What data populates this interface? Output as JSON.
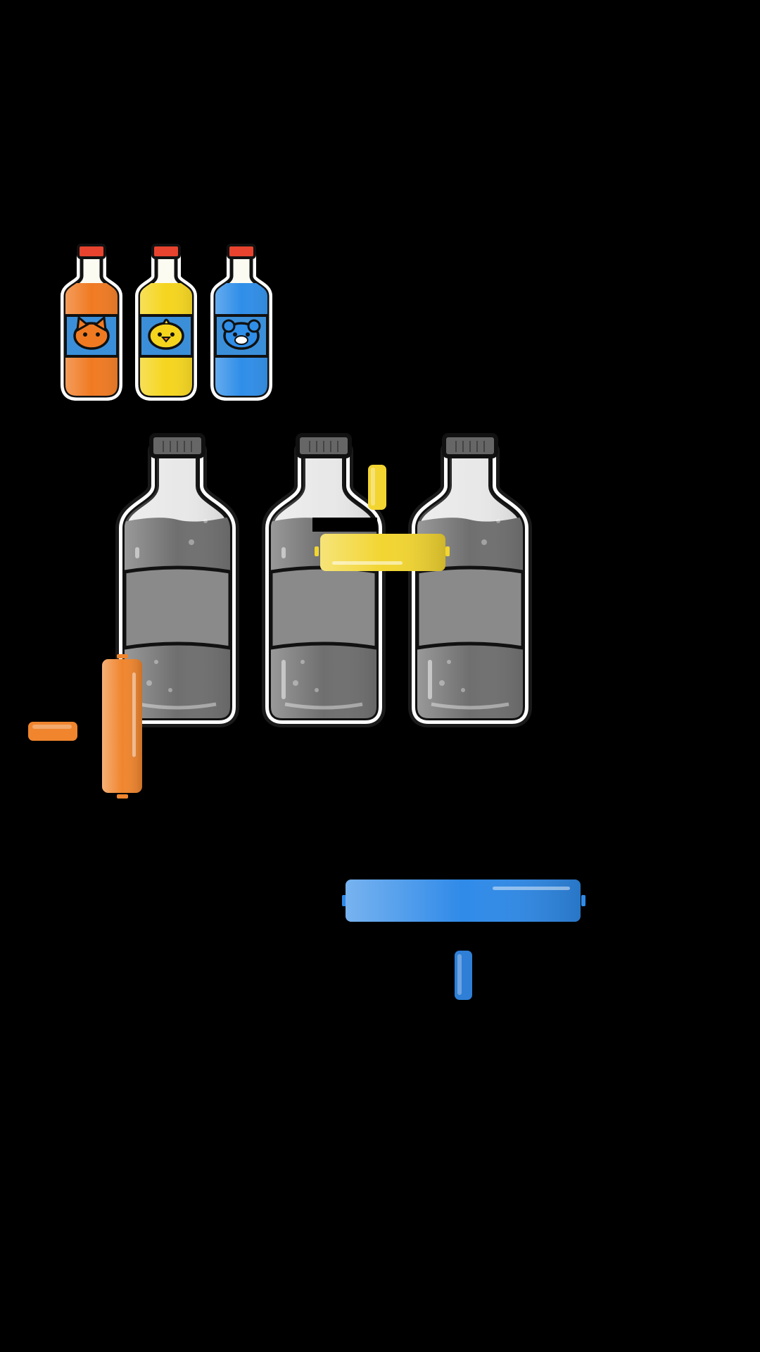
{
  "game": {
    "background_color": "#000000",
    "target_bottles": [
      {
        "name": "orange-cat-bottle",
        "liquid_color": "#f07a22",
        "label_color": "#3b8fd9",
        "mascot": "cat-icon",
        "mascot_color": "#f07a22"
      },
      {
        "name": "yellow-chick-bottle",
        "liquid_color": "#f5d51e",
        "label_color": "#3b8fd9",
        "mascot": "chick-icon",
        "mascot_color": "#f5d51e"
      },
      {
        "name": "blue-bear-bottle",
        "liquid_color": "#2f8ee8",
        "label_color": "#3b8fd9",
        "mascot": "bear-icon",
        "mascot_color": "#2f8ee8"
      }
    ],
    "empty_bottles": [
      {
        "name": "empty-bottle-1",
        "glass_color": "#6f6f6f",
        "label_color": "#8a8a8a"
      },
      {
        "name": "empty-bottle-2",
        "glass_color": "#6f6f6f",
        "label_color": "#8a8a8a"
      },
      {
        "name": "empty-bottle-3",
        "glass_color": "#6f6f6f",
        "label_color": "#8a8a8a"
      }
    ],
    "liquid_blocks": [
      {
        "name": "yellow-block-horizontal",
        "color": "#f2d531",
        "orientation": "horizontal"
      },
      {
        "name": "yellow-block-small",
        "color": "#f2d531",
        "orientation": "vertical"
      },
      {
        "name": "orange-block-vertical",
        "color": "#f0852e",
        "orientation": "vertical"
      },
      {
        "name": "orange-block-small",
        "color": "#f0852e",
        "orientation": "horizontal"
      },
      {
        "name": "blue-block-horizontal",
        "color": "#2f8ae8",
        "orientation": "horizontal"
      },
      {
        "name": "blue-block-small",
        "color": "#2f7fd6",
        "orientation": "vertical"
      }
    ]
  }
}
